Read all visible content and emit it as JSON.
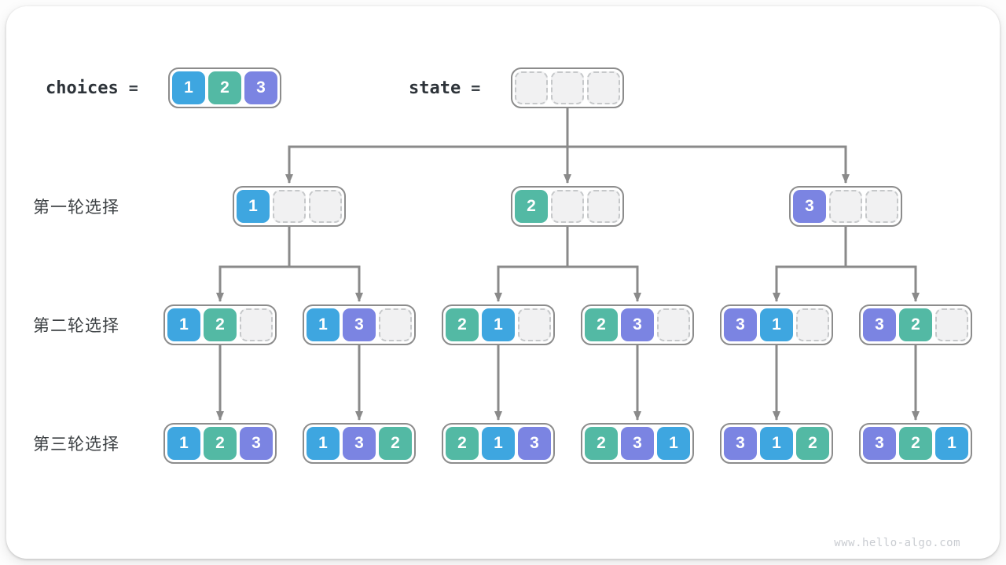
{
  "colors": {
    "1": "#3EA6E0",
    "2": "#53B9A4",
    "3": "#7B84E2",
    "line": "#8a8a8a"
  },
  "header": {
    "choices_label": "choices",
    "equals": "=",
    "choices_cells": [
      1,
      2,
      3
    ],
    "state_label": "state",
    "state_cells": []
  },
  "rows": [
    {
      "label": "第一轮选择",
      "nodes": [
        [
          1
        ],
        [
          2
        ],
        [
          3
        ]
      ]
    },
    {
      "label": "第二轮选择",
      "nodes": [
        [
          1,
          2
        ],
        [
          1,
          3
        ],
        [
          2,
          1
        ],
        [
          2,
          3
        ],
        [
          3,
          1
        ],
        [
          3,
          2
        ]
      ]
    },
    {
      "label": "第三轮选择",
      "nodes": [
        [
          1,
          2,
          3
        ],
        [
          1,
          3,
          2
        ],
        [
          2,
          1,
          3
        ],
        [
          2,
          3,
          1
        ],
        [
          3,
          1,
          2
        ],
        [
          3,
          2,
          1
        ]
      ]
    }
  ],
  "watermark": "www.hello-algo.com"
}
